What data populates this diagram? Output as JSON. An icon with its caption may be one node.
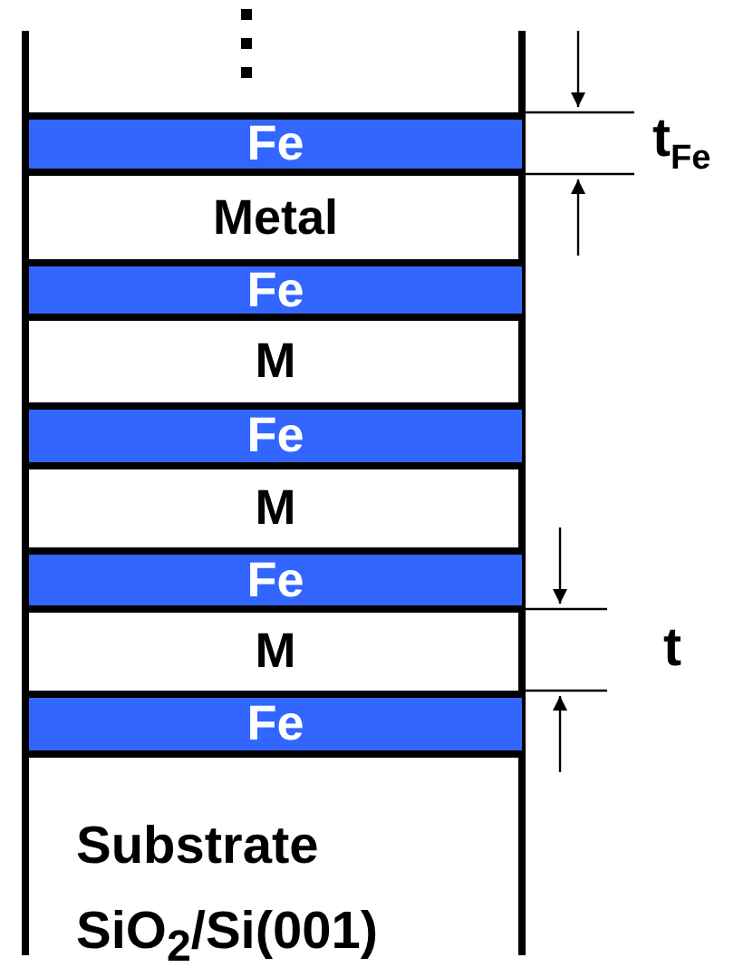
{
  "diagram": {
    "nodes": [
      {
        "text": [
          "Fe"
        ]
      },
      {
        "text": [
          "Metal"
        ]
      },
      {
        "text": [
          "Fe"
        ]
      },
      {
        "text": [
          "M"
        ]
      },
      {
        "text": [
          "Fe"
        ]
      },
      {
        "text": [
          "M"
        ]
      },
      {
        "text": [
          "Fe"
        ]
      },
      {
        "text": [
          "M"
        ]
      },
      {
        "text": [
          "Fe"
        ]
      },
      {
        "text": [
          "Substrate SiO$_{2}$/Si(001)"
        ]
      }
    ],
    "labels": [
      "t$_{Fe}$",
      "t"
    ]
  }
}
